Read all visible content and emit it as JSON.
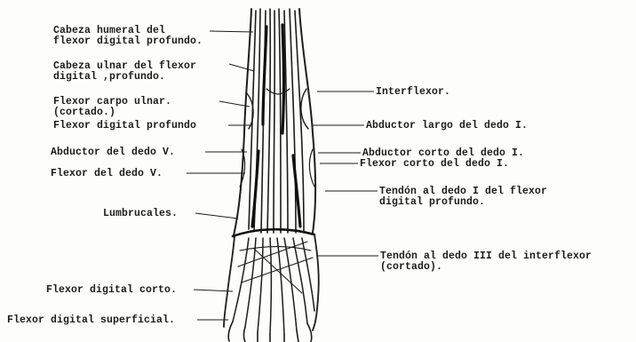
{
  "labels": {
    "cabeza_humeral": "Cabeza humeral del\nflexor digital profundo.",
    "cabeza_ulnar": "Cabeza ulnar del flexor\ndigital ,profundo.",
    "flexor_carpo_ulnar": "Flexor carpo ulnar.\n(cortado.)",
    "flexor_digital_profundo": "Flexor digital profundo",
    "abductor_dedo_v": "Abductor del dedo V.",
    "flexor_dedo_v": "Flexor del dedo V.",
    "lumbrucales": "Lumbrucales.",
    "flexor_digital_corto": "Flexor digital corto.",
    "flexor_digital_superficial": "Flexor digital superficial.",
    "interflexor": "Interflexor.",
    "abductor_largo_dedo_i": "Abductor largo del dedo I.",
    "abductor_corto_dedo_i": "Abductor corto del dedo I.",
    "flexor_corto_dedo_i": "Flexor corto del dedo I.",
    "tendon_dedo_i": "Tendón al dedo I del flexor\ndigital profundo.",
    "tendon_dedo_iii": "Tendón al dedo III del interflexor\n(cortado)."
  }
}
